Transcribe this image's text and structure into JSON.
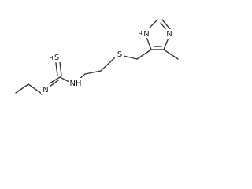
{
  "molecule": {
    "atoms": {
      "imidazole_nh": "N",
      "imidazole_nh_h": "H",
      "imidazole_n": "N",
      "sulfide_s": "S",
      "thiourea_nh": "NH",
      "thiocarbonyl_s": "S",
      "thiocarbonyl_s_h": "H",
      "ethyl_n": "N"
    }
  }
}
